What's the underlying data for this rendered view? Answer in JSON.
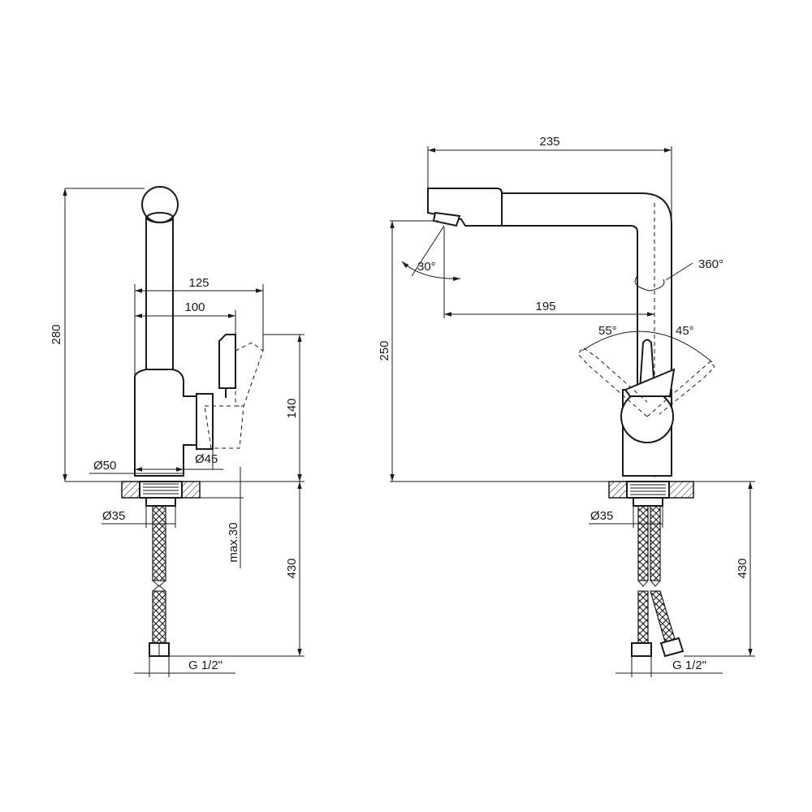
{
  "side_view": {
    "dim_height_total": "280",
    "dim_reach_125": "125",
    "dim_reach_100": "100",
    "dim_height_140": "140",
    "dim_base_diameter": "Ø50",
    "dim_body_diameter": "Ø45",
    "dim_thread_diameter": "Ø35",
    "dim_max_thickness": "max.30",
    "dim_hose_length": "430",
    "dim_connector": "G 1/2\""
  },
  "front_view": {
    "dim_width_total": "235",
    "dim_spout_reach": "195",
    "dim_spout_height": "250",
    "dim_swivel": "360°",
    "dim_tilt_angle": "30°",
    "dim_lever_left": "55°",
    "dim_lever_right": "45°",
    "dim_thread_diameter": "Ø35",
    "dim_hose_length": "430",
    "dim_connector": "G 1/2\""
  }
}
